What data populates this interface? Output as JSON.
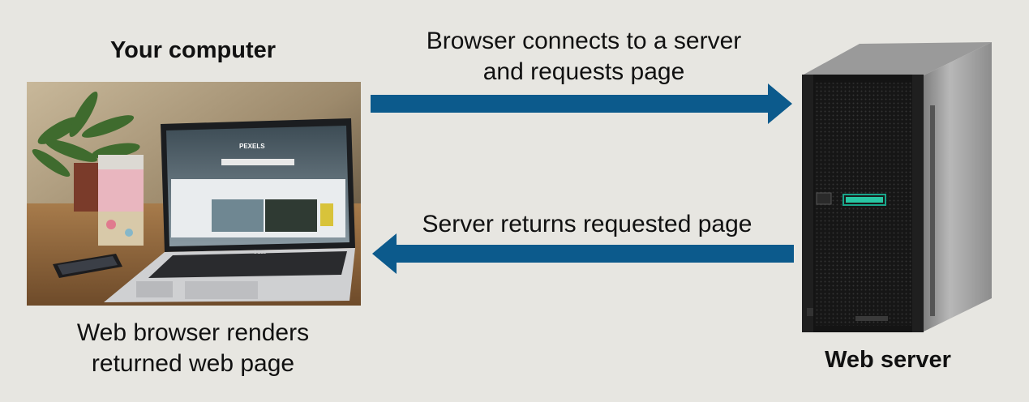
{
  "left_title": "Your computer",
  "right_title": "Web server",
  "request_text_line1": "Browser connects to a server",
  "request_text_line2": "and requests page",
  "response_text": "Server returns requested page",
  "left_caption_line1": "Web browser renders",
  "left_caption_line2": "returned web page",
  "laptop_screen_brand": "PEXELS",
  "laptop_brand": "DELL",
  "colors": {
    "arrow": "#0c5a8c",
    "background": "#e7e6e1"
  }
}
